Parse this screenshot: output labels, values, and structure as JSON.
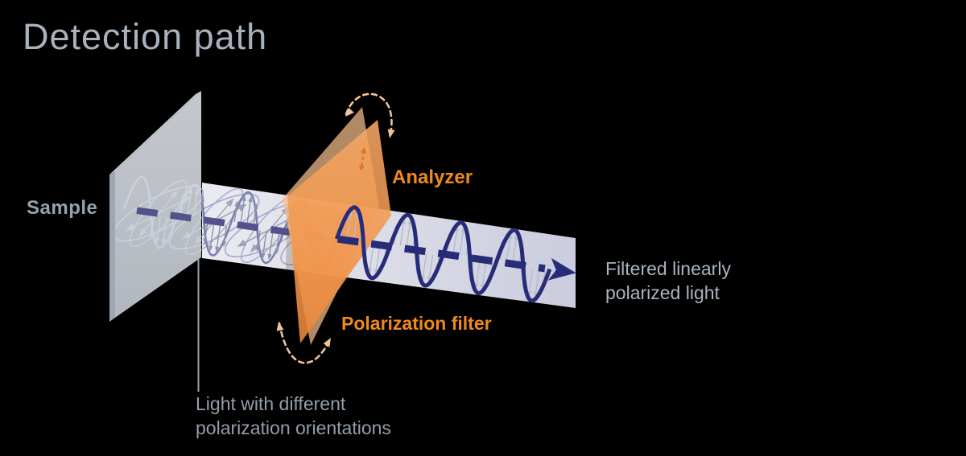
{
  "title": "Detection path",
  "diagram": {
    "sample_label": "Sample",
    "analyzer_label": "Analyzer",
    "polarization_filter_label": "Polarization filter",
    "filtered_light_label": {
      "line1": "Filtered linearly",
      "line2": "polarized light"
    },
    "incoming_light_label": {
      "line1": "Light with different",
      "line2": "polarization orientations"
    }
  },
  "colors": {
    "background": "#000000",
    "title_text": "#A8B2BD",
    "gray_label_text": "#98A2AF",
    "orange_label_text": "#F0891E",
    "filter_plane_orange": "#EE8838",
    "filter_plane_light_orange": "#F6BE8C",
    "rotation_arrow_peach": "#F1C29A",
    "filtered_wave_navy": "#282C78",
    "unpolarized_wave_purple": "#7B7EB0",
    "beam_lavender": "#D3D5E7",
    "sample_plate_gray": "#D6DBE3"
  }
}
